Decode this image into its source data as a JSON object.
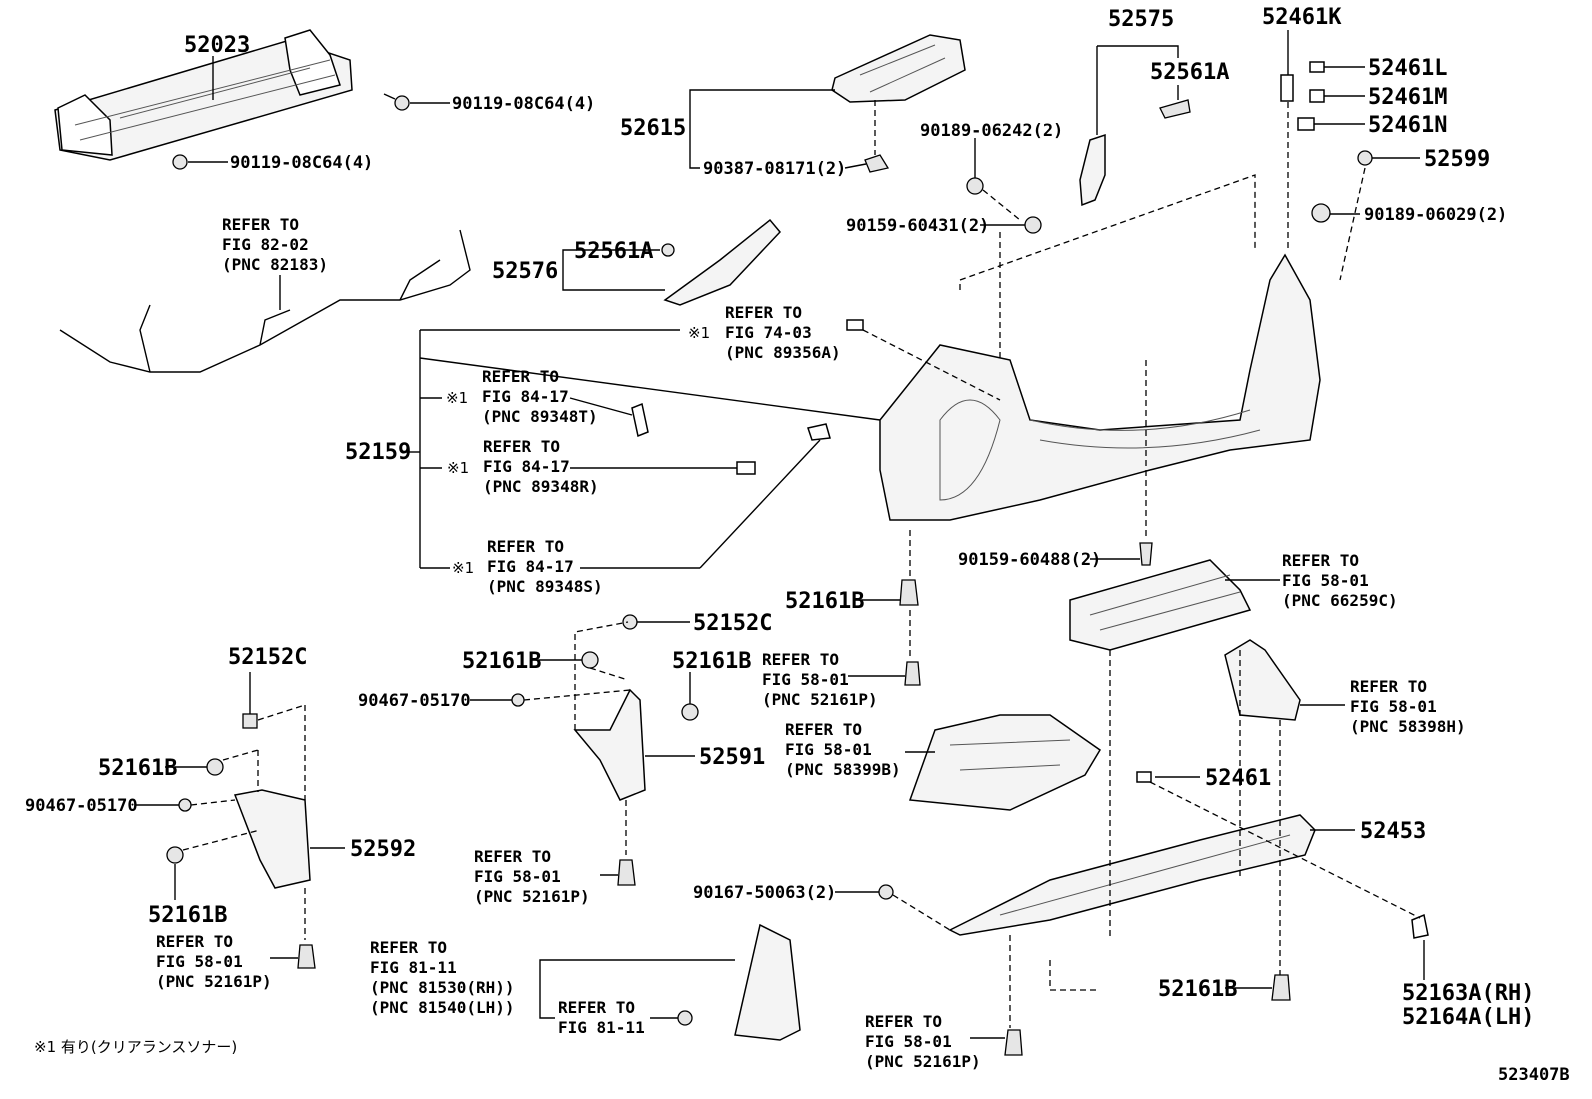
{
  "diagram": {
    "figure_id": "523407B",
    "footnote": "※1 有り(クリアランスソナー)",
    "parts": {
      "p52023": "52023",
      "p9011908C64_a": "90119-08C64(4)",
      "p9011908C64_b": "90119-08C64(4)",
      "p52615": "52615",
      "p9038708171": "90387-08171(2)",
      "p52575": "52575",
      "p52561A_top": "52561A",
      "p52461K": "52461K",
      "p52461L": "52461L",
      "p52461M": "52461M",
      "p52461N": "52461N",
      "p52599": "52599",
      "p9018906242": "90189-06242(2)",
      "p9015960431": "90159-60431(2)",
      "p9018906029": "90189-06029(2)",
      "p52576": "52576",
      "p52561A_mid": "52561A",
      "p52159": "52159",
      "p9015960488": "90159-60488(2)",
      "p52161B_center": "52161B",
      "p52152C_mid": "52152C",
      "p52161B_mid1": "52161B",
      "p52161B_mid2": "52161B",
      "p9046705170_mid": "90467-05170",
      "p52591": "52591",
      "p52152C_left": "52152C",
      "p52161B_left1": "52161B",
      "p9046705170_left": "90467-05170",
      "p52592": "52592",
      "p52161B_left2": "52161B",
      "p52461": "52461",
      "p52453": "52453",
      "p9016750063": "90167-50063(2)",
      "p52161B_right": "52161B",
      "p52163A": "52163A(RH)",
      "p52164A": "52164A(LH)"
    },
    "refs": {
      "r_fig8202": [
        "REFER TO",
        "FIG 82-02",
        "(PNC 82183)"
      ],
      "r_fig7403": [
        "REFER TO",
        "FIG 74-03",
        "(PNC 89356A)"
      ],
      "r_fig8417_t": [
        "REFER TO",
        "FIG 84-17",
        "(PNC 89348T)"
      ],
      "r_fig8417_r": [
        "REFER TO",
        "FIG 84-17",
        "(PNC 89348R)"
      ],
      "r_fig8417_s": [
        "REFER TO",
        "FIG 84-17",
        "(PNC 89348S)"
      ],
      "r_fig5801_66259c": [
        "REFER TO",
        "FIG 58-01",
        "(PNC 66259C)"
      ],
      "r_fig5801_center": [
        "REFER TO",
        "FIG 58-01",
        "(PNC 52161P)"
      ],
      "r_fig5801_58398h": [
        "REFER TO",
        "FIG 58-01",
        "(PNC 58398H)"
      ],
      "r_fig5801_58399b": [
        "REFER TO",
        "FIG 58-01",
        "(PNC 58399B)"
      ],
      "r_fig5801_mid": [
        "REFER TO",
        "FIG 58-01",
        "(PNC 52161P)"
      ],
      "r_fig5801_left": [
        "REFER TO",
        "FIG 58-01",
        "(PNC 52161P)"
      ],
      "r_fig5801_bottom": [
        "REFER TO",
        "FIG 58-01",
        "(PNC 52161P)"
      ],
      "r_fig8111_a": [
        "REFER TO",
        "FIG 81-11",
        "(PNC 81530(RH))",
        "(PNC 81540(LH))"
      ],
      "r_fig8111_b": [
        "REFER TO",
        "FIG 81-11"
      ]
    },
    "markers": {
      "m1": "※1",
      "m2": "※1",
      "m3": "※1",
      "m4": "※1"
    }
  }
}
